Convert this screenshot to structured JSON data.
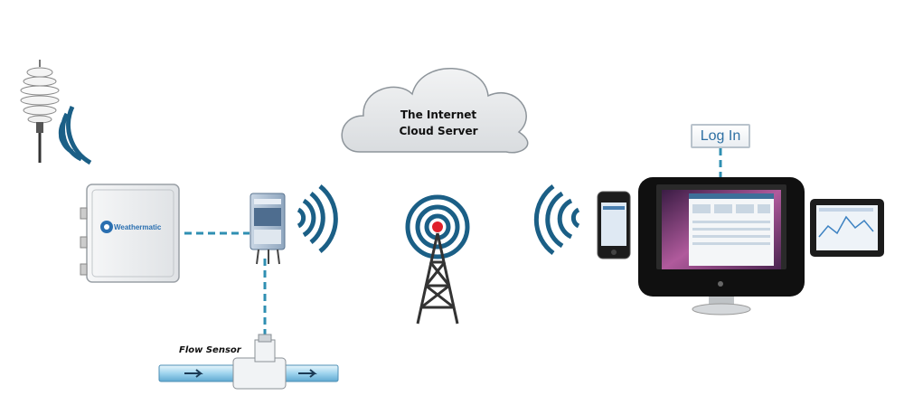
{
  "cloud": {
    "line1": "The Internet",
    "line2": "Cloud Server"
  },
  "login": {
    "label": "Log In"
  },
  "flow_sensor": {
    "label": "Flow Sensor"
  },
  "controller": {
    "brand": "Weathermatic"
  },
  "colors": {
    "signal": "#1b5f86",
    "link": "#2f8fb2",
    "tower_red": "#e0202a",
    "cloud_fill": "#e4e7ea"
  }
}
